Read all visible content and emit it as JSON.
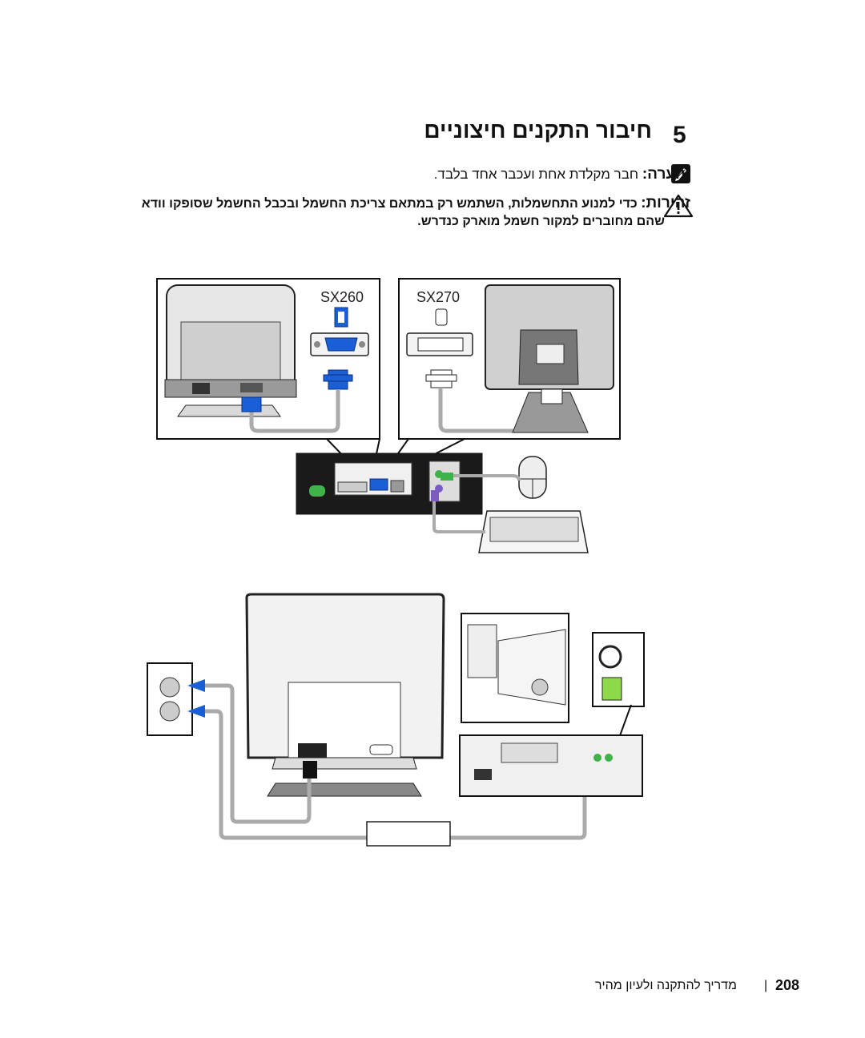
{
  "heading": {
    "step_number": "5",
    "title": "חיבור התקנים חיצוניים"
  },
  "note": {
    "label": "הערה:",
    "text": "חבר מקלדת אחת ועכבר אחד בלבד.",
    "icon": "note-pencil-icon"
  },
  "warning": {
    "label": "זהירות:",
    "line1": "כדי למנוע התחשמלות, השתמש רק במתאם צריכת החשמל ובכבל החשמל שסופקו וודא",
    "line2": "שהם מחוברים למקור חשמל מוארק כנדרש.",
    "icon": "warning-triangle-icon"
  },
  "figure": {
    "label_sx260": "SX260",
    "label_sx270": "SX270"
  },
  "footer": {
    "page_number": "208",
    "separator": "|",
    "text": "מדריך להתקנה ולעיון מהיר"
  }
}
